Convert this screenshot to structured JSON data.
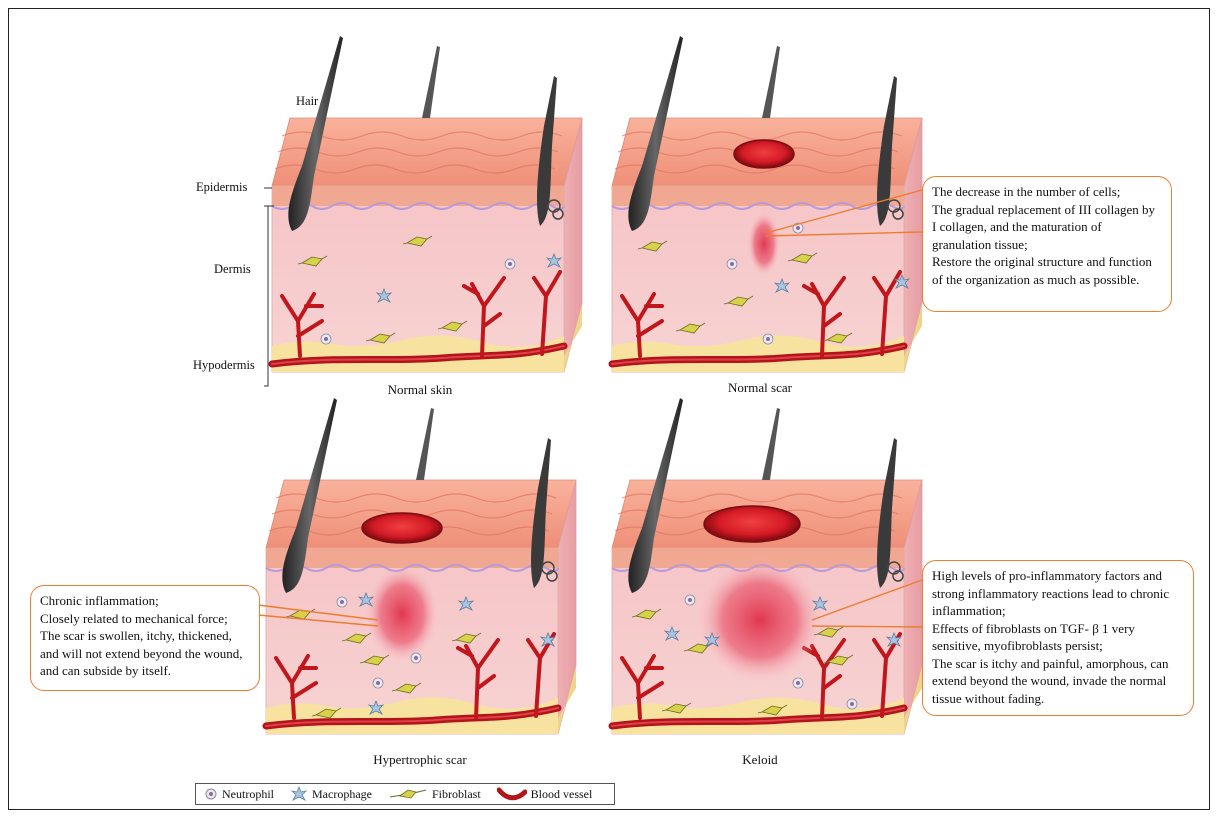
{
  "layer_labels": {
    "hair": "Hair",
    "epidermis": "Epidermis",
    "dermis": "Dermis",
    "hypodermis": "Hypodermis"
  },
  "panels": [
    {
      "id": "normal-skin",
      "caption": "Normal skin",
      "lesion": "none"
    },
    {
      "id": "normal-scar",
      "caption": "Normal scar",
      "lesion": "small"
    },
    {
      "id": "hypertrophic-scar",
      "caption": "Hypertrophic scar",
      "lesion": "medium"
    },
    {
      "id": "keloid",
      "caption": "Keloid",
      "lesion": "large"
    }
  ],
  "callouts": {
    "normal_scar": [
      "The decrease in the number of cells;",
      " The gradual replacement of III collagen by I collagen, and the maturation of granulation tissue;",
      "Restore the original structure and function of the organization as much as possible."
    ],
    "hypertrophic_scar": [
      "Chronic inflammation;",
      "Closely related to mechanical force;",
      "The scar is swollen, itchy, thickened, and will not extend beyond the wound, and can subside by itself."
    ],
    "keloid": [
      "High levels of pro-inflammatory factors and strong inflammatory reactions lead to chronic inflammation;",
      "Effects of fibroblasts on TGF- β 1 very sensitive, myofibroblasts persist;",
      "The scar is itchy and painful, amorphous, can extend beyond the wound, invade the normal tissue without fading."
    ]
  },
  "legend": [
    {
      "label": "Neutrophil",
      "icon": "neutrophil-icon"
    },
    {
      "label": "Macrophage",
      "icon": "macrophage-icon"
    },
    {
      "label": "Fibroblast",
      "icon": "fibroblast-icon"
    },
    {
      "label": "Blood vessel",
      "icon": "blood-vessel-icon"
    }
  ],
  "colors": {
    "callout_border": "#ed7d31",
    "skin_surface": "#f2a08a",
    "dermis": "#f7cdd0",
    "hypodermis": "#f7e3a1",
    "vessel": "#c4161c",
    "lesion": "#d9202c"
  }
}
